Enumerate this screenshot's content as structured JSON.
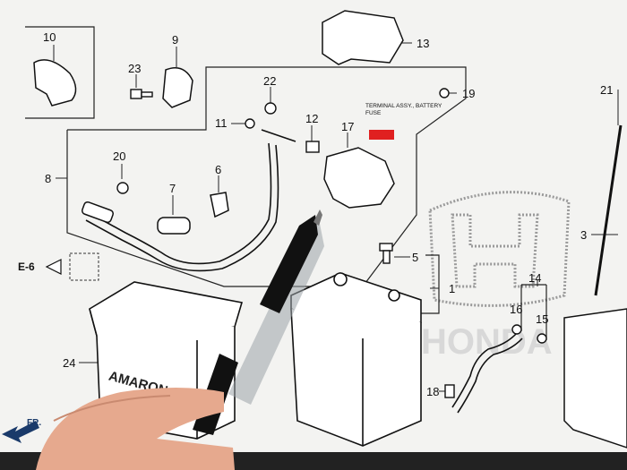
{
  "diagram": {
    "callouts": [
      {
        "id": "c10",
        "text": "10"
      },
      {
        "id": "c9",
        "text": "9"
      },
      {
        "id": "c23",
        "text": "23"
      },
      {
        "id": "c22",
        "text": "22"
      },
      {
        "id": "c13",
        "text": "13"
      },
      {
        "id": "c19",
        "text": "19"
      },
      {
        "id": "c21",
        "text": "21"
      },
      {
        "id": "c11",
        "text": "11"
      },
      {
        "id": "c12",
        "text": "12"
      },
      {
        "id": "c17",
        "text": "17"
      },
      {
        "id": "c20",
        "text": "20"
      },
      {
        "id": "c6",
        "text": "6"
      },
      {
        "id": "c7",
        "text": "7"
      },
      {
        "id": "c8",
        "text": "8"
      },
      {
        "id": "c5",
        "text": "5"
      },
      {
        "id": "c1",
        "text": "1"
      },
      {
        "id": "c3",
        "text": "3"
      },
      {
        "id": "c14",
        "text": "14"
      },
      {
        "id": "c16",
        "text": "16"
      },
      {
        "id": "c15",
        "text": "15"
      },
      {
        "id": "c18",
        "text": "18"
      },
      {
        "id": "c24",
        "text": "24"
      }
    ],
    "terminal_label_line1": "TERMINAL ASSY., BATTERY",
    "terminal_label_line2": "FUSE",
    "ref_label": "E-6",
    "front_label": "FR.",
    "battery_brand": "AMARON",
    "watermark": "HONDA"
  },
  "colors": {
    "highlight": "#e02020",
    "line": "#1a1a1a",
    "screen": "#f3f3f1"
  }
}
